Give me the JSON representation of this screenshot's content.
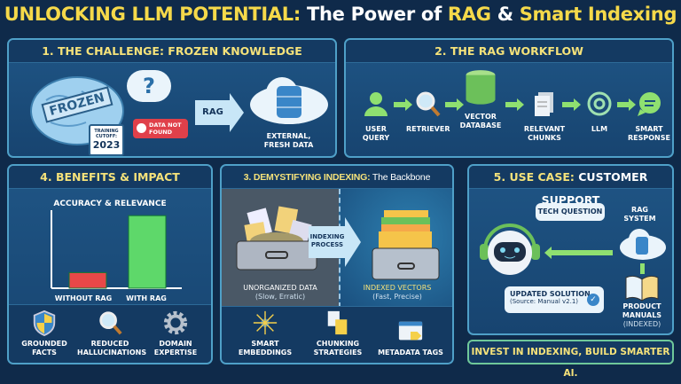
{
  "title": {
    "part1": "UNLOCKING LLM POTENTIAL:",
    "part2": " The Power of ",
    "part3": "RAG",
    "part4": " & ",
    "part5": "Smart Indexing"
  },
  "challenge": {
    "heading": "1. THE CHALLENGE: FROZEN KNOWLEDGE",
    "frozen": "FROZEN",
    "cutoff_label": "TRAINING CUTOFF:",
    "cutoff_year": "2023",
    "error": "DATA NOT FOUND",
    "question": "?",
    "arrow": "RAG",
    "target": "EXTERNAL, FRESH DATA"
  },
  "workflow": {
    "heading": "2. THE RAG WORKFLOW",
    "steps": [
      {
        "label": "USER QUERY",
        "icon": "user-icon"
      },
      {
        "label": "RETRIEVER",
        "icon": "magnifier-icon"
      },
      {
        "label": "VECTOR DATABASE",
        "icon": "database-icon"
      },
      {
        "label": "RELEVANT CHUNKS",
        "icon": "documents-icon"
      },
      {
        "label": "LLM",
        "icon": "llm-knot-icon"
      },
      {
        "label": "SMART RESPONSE",
        "icon": "chat-bubble-icon"
      }
    ]
  },
  "benefits": {
    "heading": "4. BENEFITS & IMPACT",
    "items": [
      {
        "label": "GROUNDED FACTS",
        "icon": "shield-icon"
      },
      {
        "label": "REDUCED HALLUCINATIONS",
        "icon": "magnifier-icon"
      },
      {
        "label": "DOMAIN EXPERTISE",
        "icon": "gear-icon"
      }
    ]
  },
  "chart_data": {
    "type": "bar",
    "title": "ACCURACY & RELEVANCE",
    "categories": [
      "WITHOUT RAG",
      "WITH RAG"
    ],
    "values": [
      20,
      93
    ],
    "ylim": [
      0,
      100
    ],
    "colors": [
      "#e84848",
      "#5ed86a"
    ],
    "grid": false
  },
  "indexing": {
    "heading_a": "3. DEMYSTIFYING INDEXING:",
    "heading_b": " The Backbone",
    "left_label": "UNORGANIZED DATA",
    "left_sub": "(Slow, Erratic)",
    "process": "INDEXING PROCESS",
    "right_label": "INDEXED VECTORS",
    "right_sub": "(Fast, Precise)",
    "items": [
      {
        "label": "SMART EMBEDDINGS",
        "icon": "network-icon"
      },
      {
        "label": "CHUNKING STRATEGIES",
        "icon": "chunk-documents-icon"
      },
      {
        "label": "METADATA TAGS",
        "icon": "tag-icon"
      }
    ]
  },
  "usecase": {
    "heading_a": "5. USE CASE:",
    "heading_b": " CUSTOMER SUPPORT",
    "question": "TECH QUESTION",
    "system": "RAG SYSTEM",
    "solution": "UPDATED SOLUTION",
    "source": "(Source: Manual v2.1)",
    "manuals": "PRODUCT MANUALS",
    "indexed": "(INDEXED)"
  },
  "banner": "INVEST IN INDEXING, BUILD SMARTER AI."
}
